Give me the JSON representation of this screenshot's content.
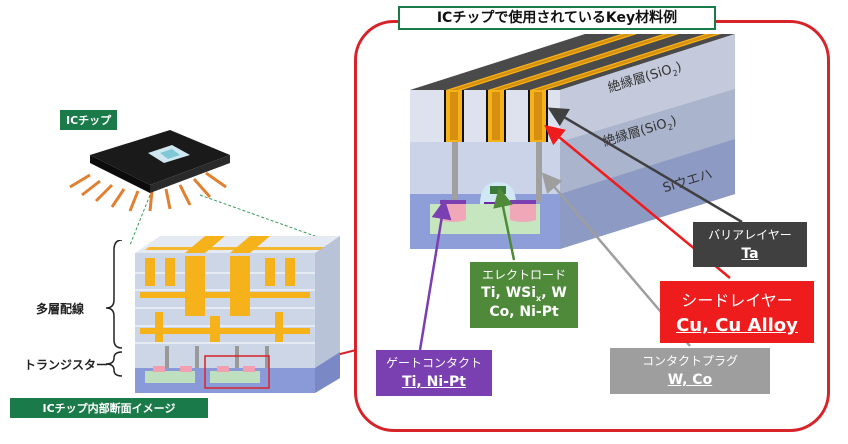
{
  "title": "ICチップで使用されているKey材料例",
  "chip_label": "ICチップ",
  "inner_label": "ICチップ内部断面イメージ",
  "multilayer_label": "多層配線",
  "transistor_label": "トランジスター",
  "layers": {
    "insulator1_main": "絶縁層(SiO",
    "insulator1_sub": "2",
    "insulator1_close": ")",
    "insulator2_main": "絶縁層(SiO",
    "insulator2_sub": "2",
    "insulator2_close": ")",
    "wafer": "Siウエハ"
  },
  "callouts": {
    "barrier": {
      "name": "バリアレイヤー",
      "material": "Ta",
      "color": "#404040"
    },
    "seed": {
      "name": "シードレイヤー",
      "material": "Cu, Cu Alloy",
      "color": "#ee1c1c"
    },
    "electrode": {
      "name": "エレクトロード",
      "material_line1": "Ti, WSi",
      "material_sub": "x",
      "material_line1_end": ", W",
      "material_line2": "Co, Ni-Pt",
      "color": "#4f8a3a"
    },
    "gate_contact": {
      "name": "ゲートコンタクト",
      "material": "Ti, Ni-Pt",
      "color": "#7a3fb0"
    },
    "contact_plug": {
      "name": "コンタクトプラグ",
      "material": "W, Co",
      "color": "#9e9e9e"
    }
  },
  "colors": {
    "frame": "#d6242a",
    "green": "#1b7a4a",
    "orange": "#f5a31a"
  }
}
